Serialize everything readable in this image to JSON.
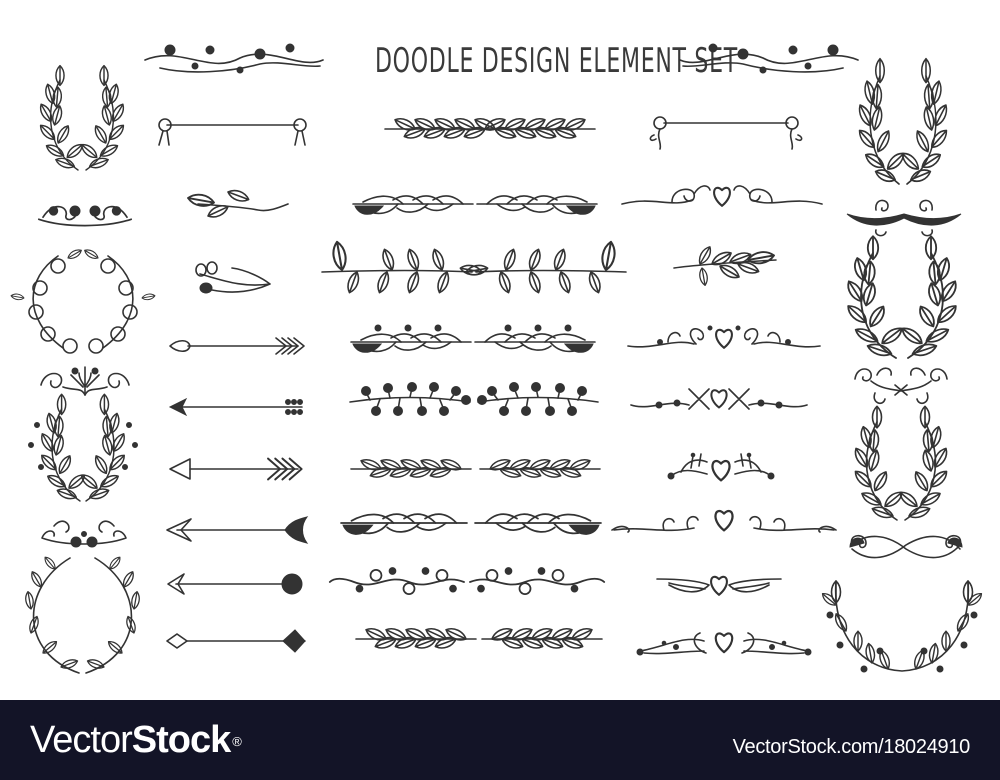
{
  "title": "DOODLE DESIGN ELEMENT SET",
  "elements": {
    "title_flourish_left": "floral-flourish-icon",
    "title_flourish_right": "floral-flourish-icon",
    "column_1": [
      "leaf-laurel-icon",
      "scroll-divider-icon",
      "flower-wreath-icon",
      "crown-swirl-icon",
      "dotted-laurel-icon",
      "swirl-dots-divider-icon",
      "round-laurel-wreath-icon"
    ],
    "column_2": [
      "ribbon-bar-icon",
      "leaf-sprig-icon",
      "bud-sprig-icon",
      "heart-tip-arrow-icon",
      "triangle-arrow-icon",
      "open-triangle-arrow-icon",
      "chevron-arrow-icon",
      "barbed-arrow-icon",
      "diamond-arrow-icon"
    ],
    "column_3": [
      "berry-leaf-divider-icon",
      "feather-divider-icon",
      "big-leaf-vine-divider-icon",
      "dotted-swirl-divider-icon",
      "berry-branch-divider-icon",
      "fern-divider-icon",
      "feather-leaf-divider-icon",
      "curl-divider-icon",
      "leaf-row-divider-icon"
    ],
    "column_4": [
      "ribbon-bar-icon",
      "heart-swirl-divider-icon",
      "leaf-sprig-icon",
      "heart-curl-divider-icon",
      "heart-x-divider-icon",
      "heart-crown-divider-icon",
      "heart-long-swirl-divider-icon",
      "winged-heart-icon",
      "heart-fan-divider-icon"
    ],
    "column_5": [
      "laurel-wreath-icon",
      "wing-swirl-divider-icon",
      "feather-wreath-icon",
      "bow-swirl-icon",
      "oak-leaf-wreath-icon",
      "infinity-swirl-icon",
      "olive-branch-wreath-icon"
    ]
  },
  "footer": {
    "logo_regular": "Vector",
    "logo_bold": "Stock",
    "logo_mark": "®",
    "url": "VectorStock.com/18024910"
  },
  "colors": {
    "ink": "#333333",
    "background": "#ffffff",
    "footer_bg": "#131427",
    "footer_text": "#ffffff"
  }
}
